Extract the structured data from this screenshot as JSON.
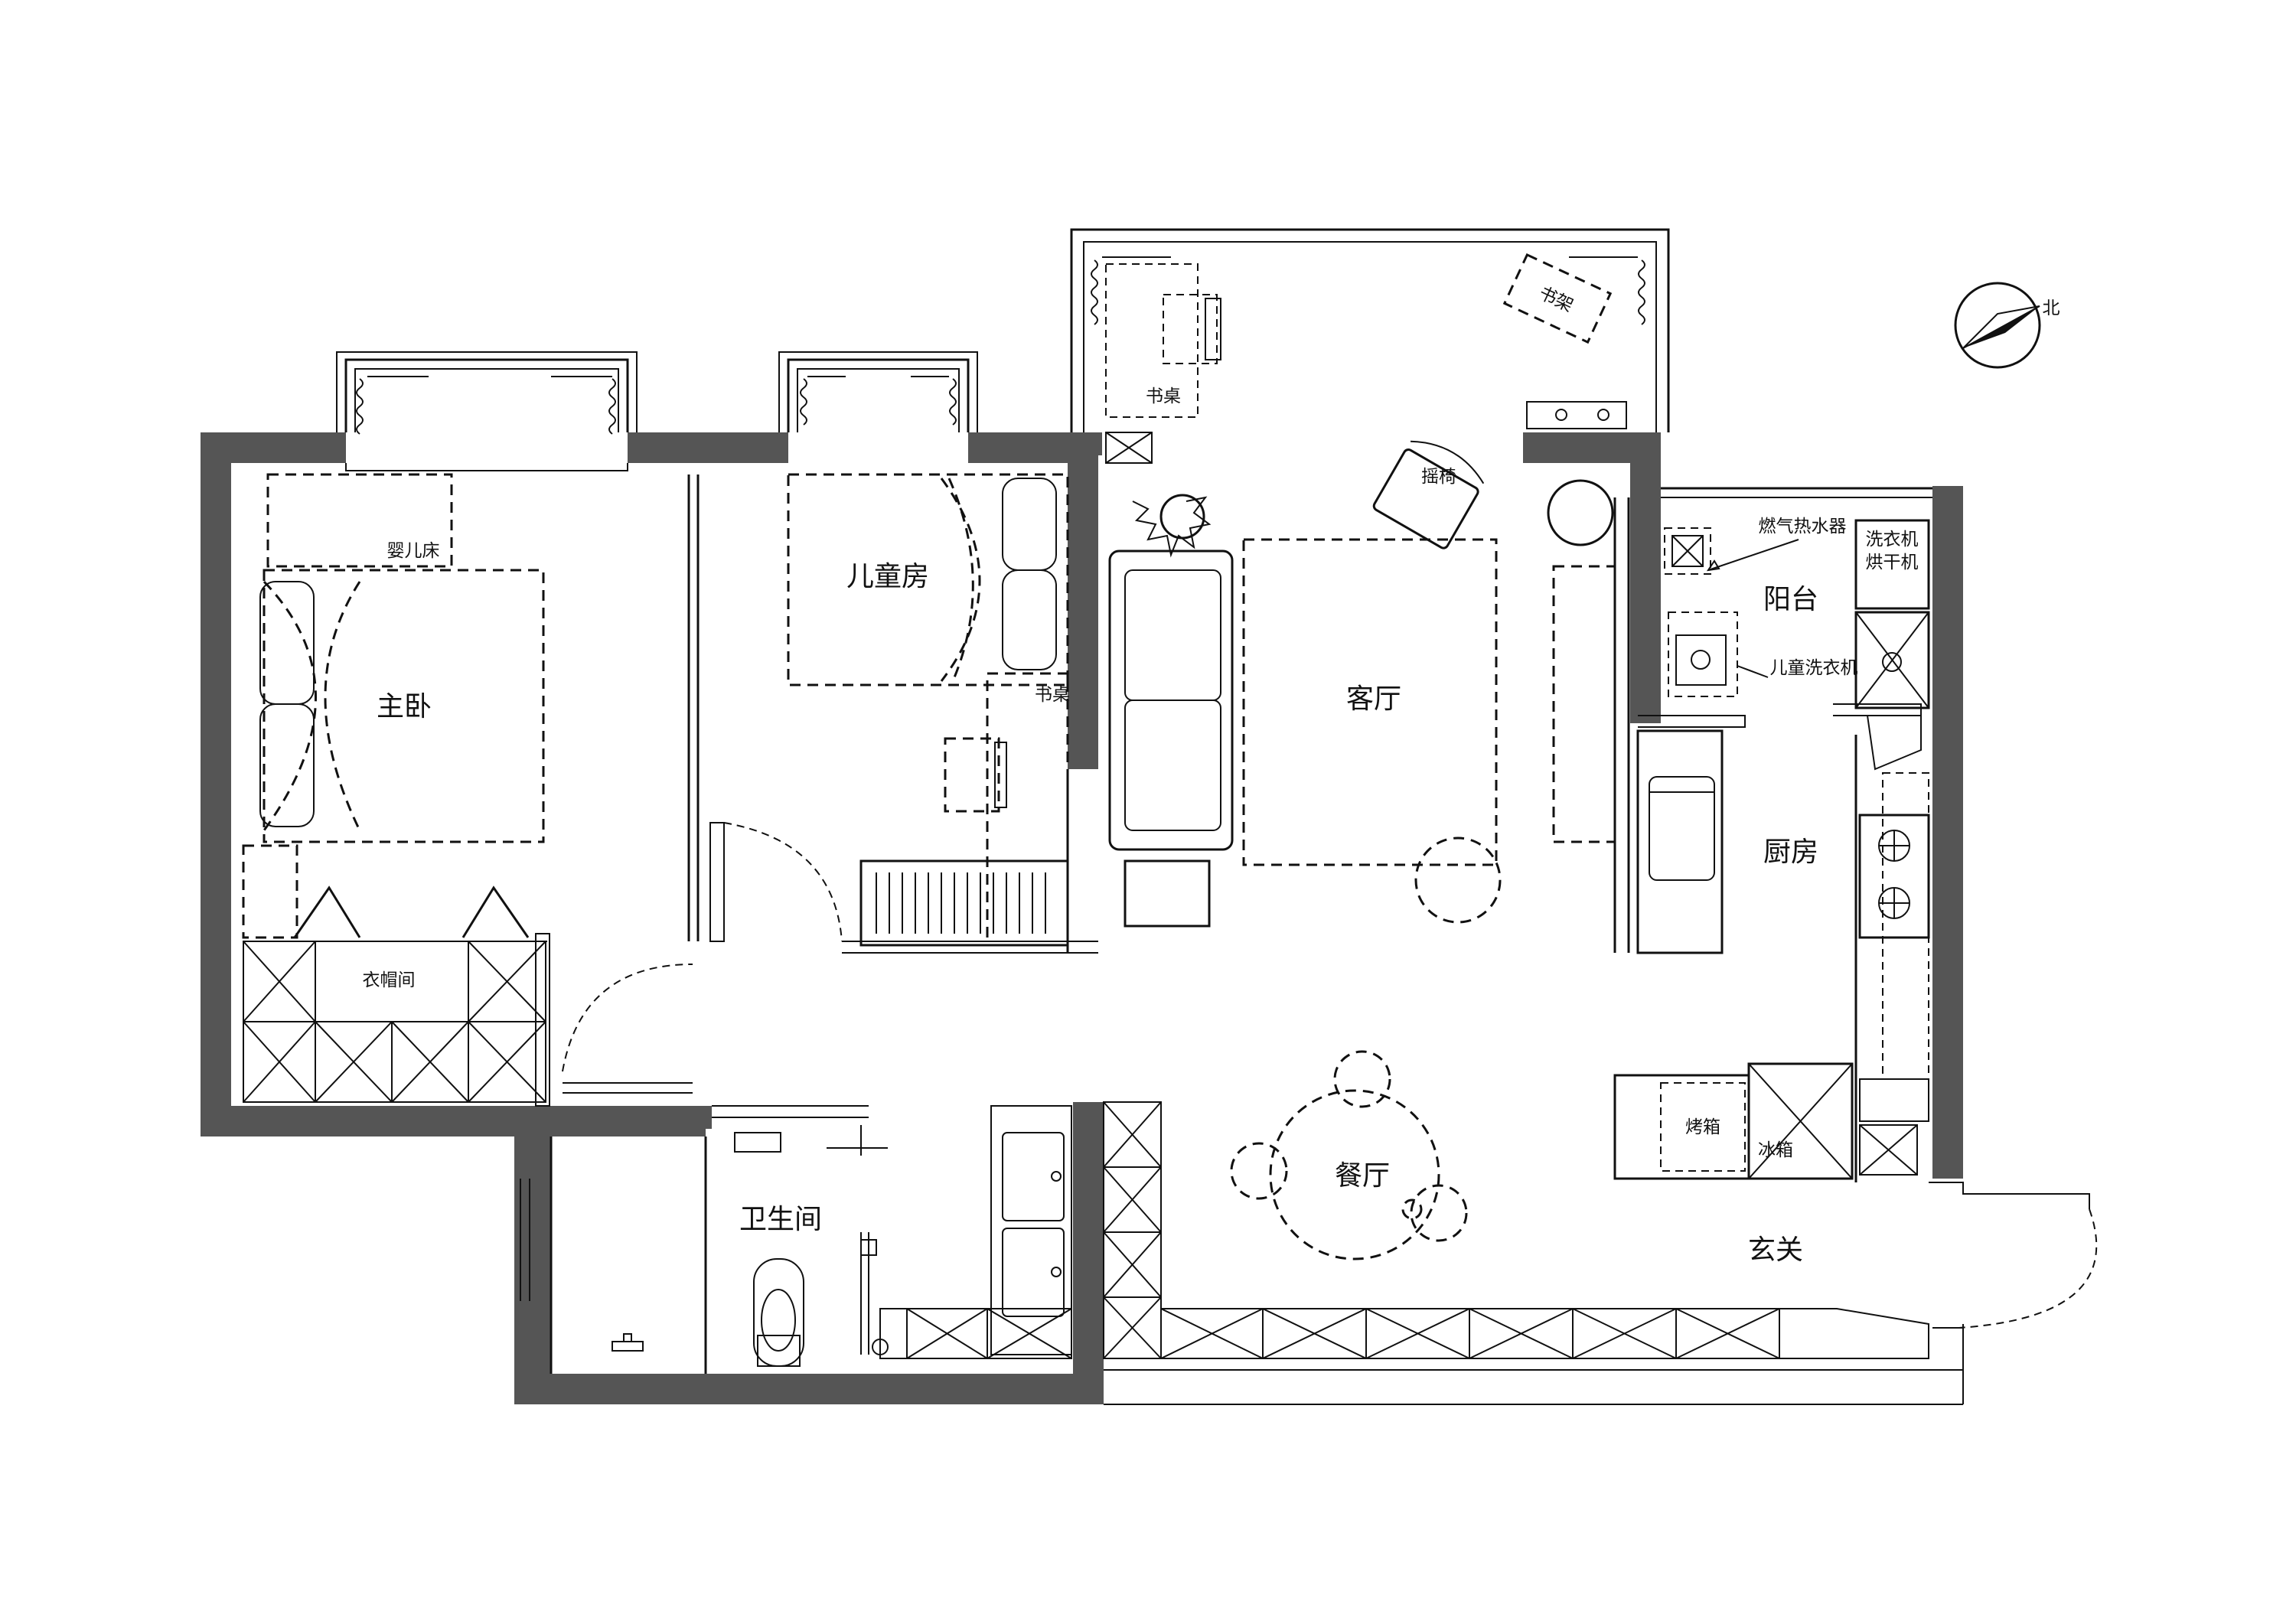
{
  "rooms": {
    "master_bedroom": "主卧",
    "crib": "婴儿床",
    "walk_in_closet": "衣帽间",
    "kids_room": "儿童房",
    "kids_desk": "书桌",
    "living_room": "客厅",
    "rocking_chair": "摇椅",
    "balcony_desk": "书桌",
    "bookshelf": "书架",
    "balcony": "阳台",
    "gas_water_heater": "燃气热水器",
    "washer_dryer_line1": "洗衣机",
    "washer_dryer_line2": "烘干机",
    "kids_washer": "儿童洗衣机",
    "kitchen": "厨房",
    "oven": "烤箱",
    "fridge": "冰箱",
    "bathroom": "卫生间",
    "dining_room": "餐厅",
    "entrance": "玄关"
  },
  "compass": {
    "north_label": "北"
  },
  "colors": {
    "wall": "#555555",
    "line": "#111111",
    "background": "#ffffff"
  }
}
